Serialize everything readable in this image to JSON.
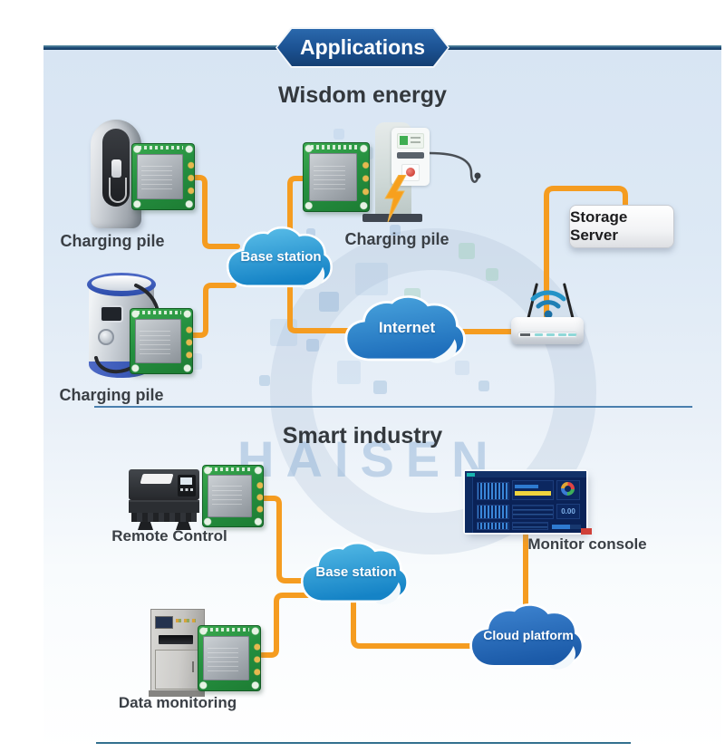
{
  "banner": {
    "label": "Applications"
  },
  "watermark": {
    "text": "HAISEN"
  },
  "sections": {
    "wisdom": {
      "title": "Wisdom energy",
      "nodes": {
        "charging_pile_top": {
          "label": "Charging pile"
        },
        "charging_pile_mid": {
          "label": "Charging pile"
        },
        "charging_pile_bottom": {
          "label": "Charging pile"
        },
        "base_station": {
          "label": "Base station"
        },
        "internet": {
          "label": "Internet"
        },
        "storage_server": {
          "label": "Storage Server"
        }
      }
    },
    "industry": {
      "title": "Smart industry",
      "nodes": {
        "remote_control": {
          "label": "Remote Control"
        },
        "data_monitoring": {
          "label": "Data monitoring"
        },
        "monitor_console": {
          "label": "Monitor console",
          "reading": "0.00"
        },
        "base_station": {
          "label": "Base station"
        },
        "cloud_platform": {
          "label": "Cloud platform"
        }
      }
    }
  },
  "colors": {
    "connector_orange": "#F59C20",
    "banner_blue": "#1b5191",
    "top_rule_navy": "#1c4a77",
    "section_rule_blue": "#4a7fae",
    "bottom_rule_teal": "#33708f",
    "cloud_light_top": "#5ec1ea",
    "cloud_light_bottom": "#1583c6",
    "cloud_internet_top": "#4aa5de",
    "cloud_internet_bottom": "#1f6fbc",
    "cloud_platform_top": "#3f86d2",
    "cloud_platform_bottom": "#1b5aa8",
    "pcb_green": "#259040",
    "console_navy": "#0a2257",
    "alert_red": "#d04038"
  }
}
